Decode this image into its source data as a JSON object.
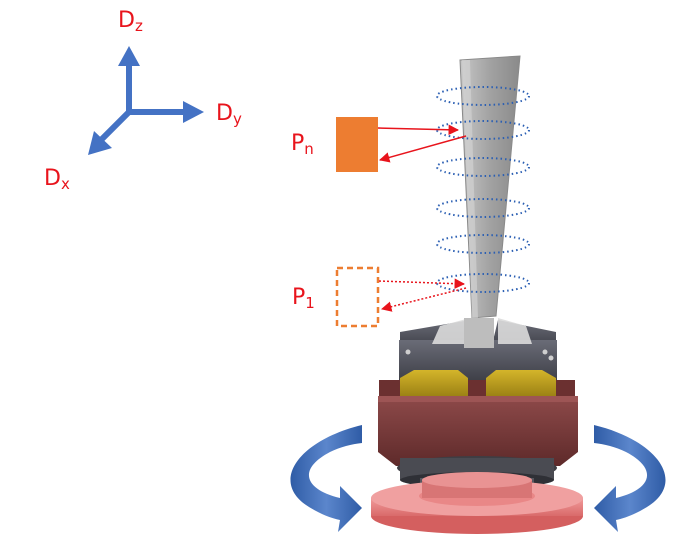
{
  "axes": {
    "z": {
      "main": "D",
      "sub": "z"
    },
    "y": {
      "main": "D",
      "sub": "y"
    },
    "x": {
      "main": "D",
      "sub": "x"
    }
  },
  "probes": {
    "pn": {
      "main": "P",
      "sub": "n"
    },
    "p1": {
      "main": "P",
      "sub": "1"
    }
  },
  "colors": {
    "label_red": "#e8141c",
    "axis_blue": "#4472c4",
    "probe_orange": "#ed7d31",
    "blade_gray": "#a9a9a9",
    "fixture_dark": "#4d4f58",
    "clamp_yellow": "#b89b1a",
    "base_maroon": "#7a3b3b",
    "plate_pink": "#e77a7a",
    "rotation_blue": "#3e6db5"
  },
  "icons": [
    "axis-arrows",
    "rotation-arrow-left",
    "rotation-arrow-right",
    "scan-ellipse"
  ]
}
